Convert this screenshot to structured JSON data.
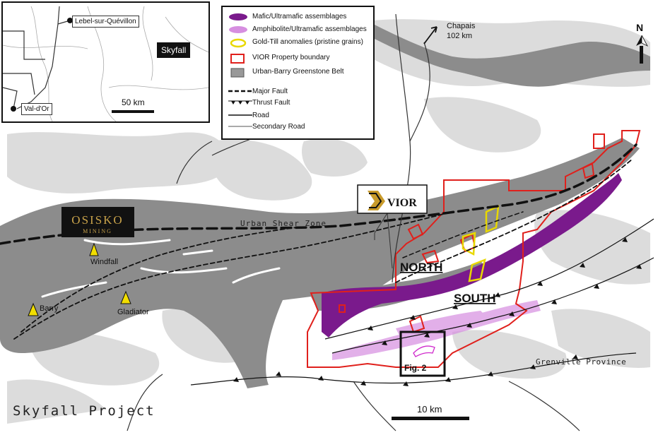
{
  "title": "Skyfall Project",
  "labels": {
    "urban_shear_zone": "Urban Shear Zone",
    "north": "NORTH",
    "south": "SOUTH",
    "grenville": "Grenville Province",
    "fig2": "Fig. 2",
    "scale_main": "10 km",
    "chapais": "Chapais",
    "chapais_dist": "102 km",
    "north_arrow": "N"
  },
  "deposits": [
    {
      "name": "Windfall"
    },
    {
      "name": "Barry"
    },
    {
      "name": "Gladiator"
    }
  ],
  "logos": {
    "osisko_line1": "OSISKO",
    "osisko_line2": "MINING",
    "vior": "VIOR"
  },
  "legend": {
    "items": [
      {
        "label": "Mafic/Ultramafic assemblages",
        "color": "#7a1a8c"
      },
      {
        "label": "Amphibolite/Ultramafic assemblages",
        "color": "#d68ee0"
      },
      {
        "label": "Gold-Till anomalies (pristine grains)",
        "color": "#e8d800"
      },
      {
        "label": "VIOR Property boundary",
        "color": "#e0201c"
      },
      {
        "label": "Urban-Barry Greenstone Belt",
        "color": "#999999"
      },
      {
        "label": "Major Fault"
      },
      {
        "label": "Thrust Fault"
      },
      {
        "label": "Road"
      },
      {
        "label": "Secondary Road"
      }
    ]
  },
  "inset": {
    "towns": [
      {
        "name": "Lebel-sur-Quévillon"
      },
      {
        "name": "Val-d'Or"
      }
    ],
    "project": "Skyfall",
    "scale": "50 km"
  },
  "colors": {
    "belt": "#8c8c8c",
    "lake": "#dcdcdc",
    "mafic": "#7a1a8c",
    "amphibolite": "#d68ee0",
    "property": "#e0201c",
    "till": "#e8d800"
  }
}
